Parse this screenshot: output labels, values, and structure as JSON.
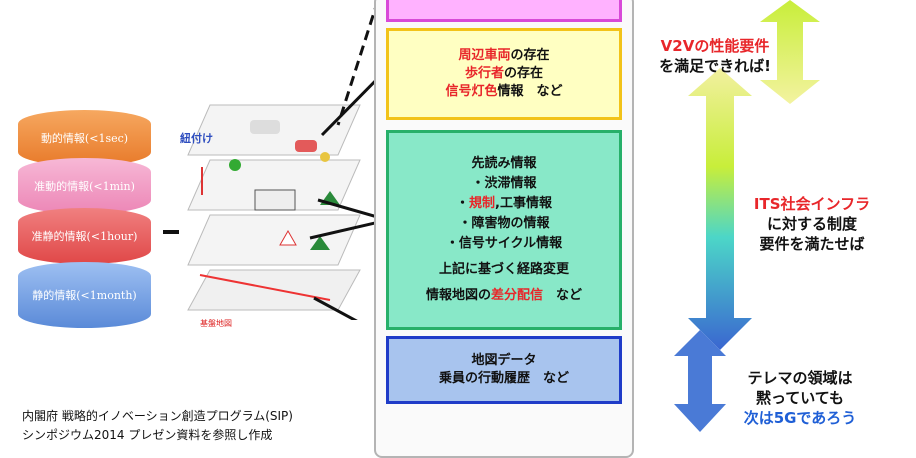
{
  "cylinders": [
    {
      "label": "動的情報(<1sec)",
      "color": "#f08a3c"
    },
    {
      "label": "准動的情報(<1min)",
      "color": "#f29ac0"
    },
    {
      "label": "准静的情報(<1hour)",
      "color": "#ea5a5a"
    },
    {
      "label": "静的情報(<1month)",
      "color": "#6a9be0"
    }
  ],
  "map": {
    "tie_label": "紐付け",
    "base_label": "基盤地図"
  },
  "boxes": {
    "yellow": {
      "line1_red": "周辺車両",
      "line1_rest": "の存在",
      "line2_red": "歩行者",
      "line2_rest": "の存在",
      "line3_red": "信号灯色",
      "line3_rest": "情報　など",
      "bg": "#ffffc2",
      "border": "#f2c319"
    },
    "green": {
      "title": "先読み情報",
      "item1": "・渋滞情報",
      "item2_pre": "・",
      "item2_red": "規制",
      "item2_rest": ",工事情報",
      "item3": "・障害物の情報",
      "item4": "・信号サイクル情報",
      "line5": "上記に基づく経路変更",
      "line6_pre": "情報地図の",
      "line6_red": "差分配信",
      "line6_rest": "　など",
      "bg": "#88e8c8",
      "border": "#27b06a"
    },
    "blue": {
      "line1": "地図データ",
      "line2": "乗員の行動履歴　など",
      "bg": "#a8c4ee",
      "border": "#1f3cc8"
    },
    "pink_top": {
      "bg": "#ffb2ff",
      "border": "#d84ad8"
    }
  },
  "right": {
    "v2v_red": "V2Vの性能要件",
    "v2v_line2": "を満足できれば!",
    "its_red": "ITS社会インフラ",
    "its_line2": "に対する制度",
    "its_line3": "要件を満たせば",
    "telema1": "テレマの領域は",
    "telema2": "黙っていても",
    "telema3_blue": "次は5Gであろう",
    "blue_text_color": "#1f5fd6"
  },
  "source_note": {
    "line1": "内閣府 戦略的イノベーション創造プログラム(SIP)",
    "line2": "シンポジウム2014 プレゼン資料を参照し作成"
  }
}
